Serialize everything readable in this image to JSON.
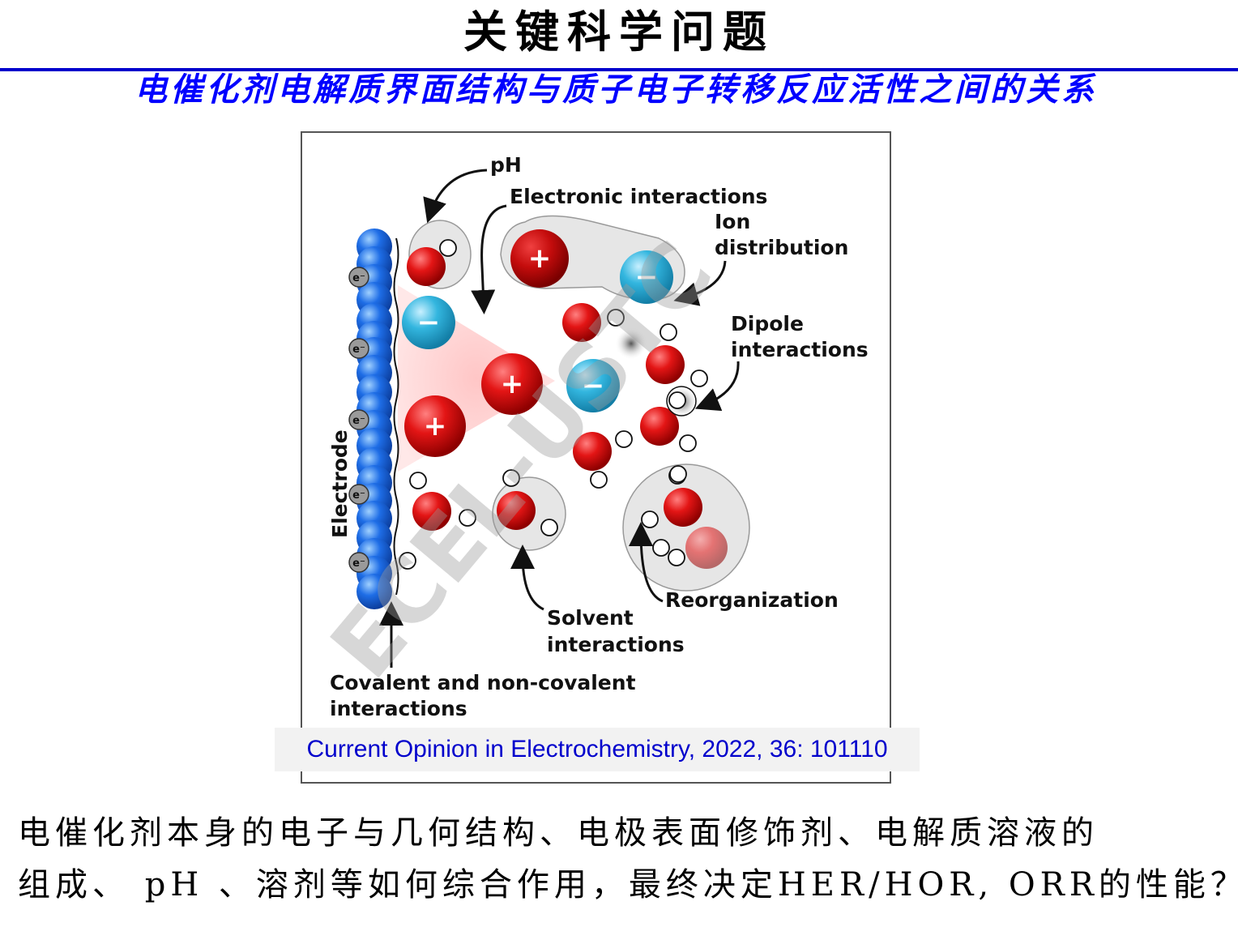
{
  "slide": {
    "title": "关键科学问题",
    "subtitle": "电催化剂电解质界面结构与质子电子转移反应活性之间的关系",
    "citation": "Current Opinion in Electrochemistry, 2022, 36: 101110",
    "body_line1": "电催化剂本身的电子与几何结构、电极表面修饰剂、电解质溶液的",
    "body_line2": "组成、 pH 、溶剂等如何综合作用，最终决定HER/HOR, ORR的性能？"
  },
  "figure": {
    "labels": {
      "ph": "pH",
      "electronic": "Electronic interactions",
      "ion_line1": "Ion",
      "ion_line2": "distribution",
      "dipole_line1": "Dipole",
      "dipole_line2": "interactions",
      "electrode": "Electrode",
      "solvent_line1": "Solvent",
      "solvent_line2": "interactions",
      "reorganization": "Reorganization",
      "covalent_line1": "Covalent and non-covalent",
      "covalent_line2": "interactions",
      "electron": "e⁻",
      "plus": "+",
      "minus": "−"
    },
    "watermark": "ECEL-USTC",
    "colors": {
      "cation": "#dd1111",
      "anion": "#2bb0d8",
      "electrode": "#1565e0",
      "heading_blue": "#0000ff",
      "rule": "#0000cc"
    }
  }
}
